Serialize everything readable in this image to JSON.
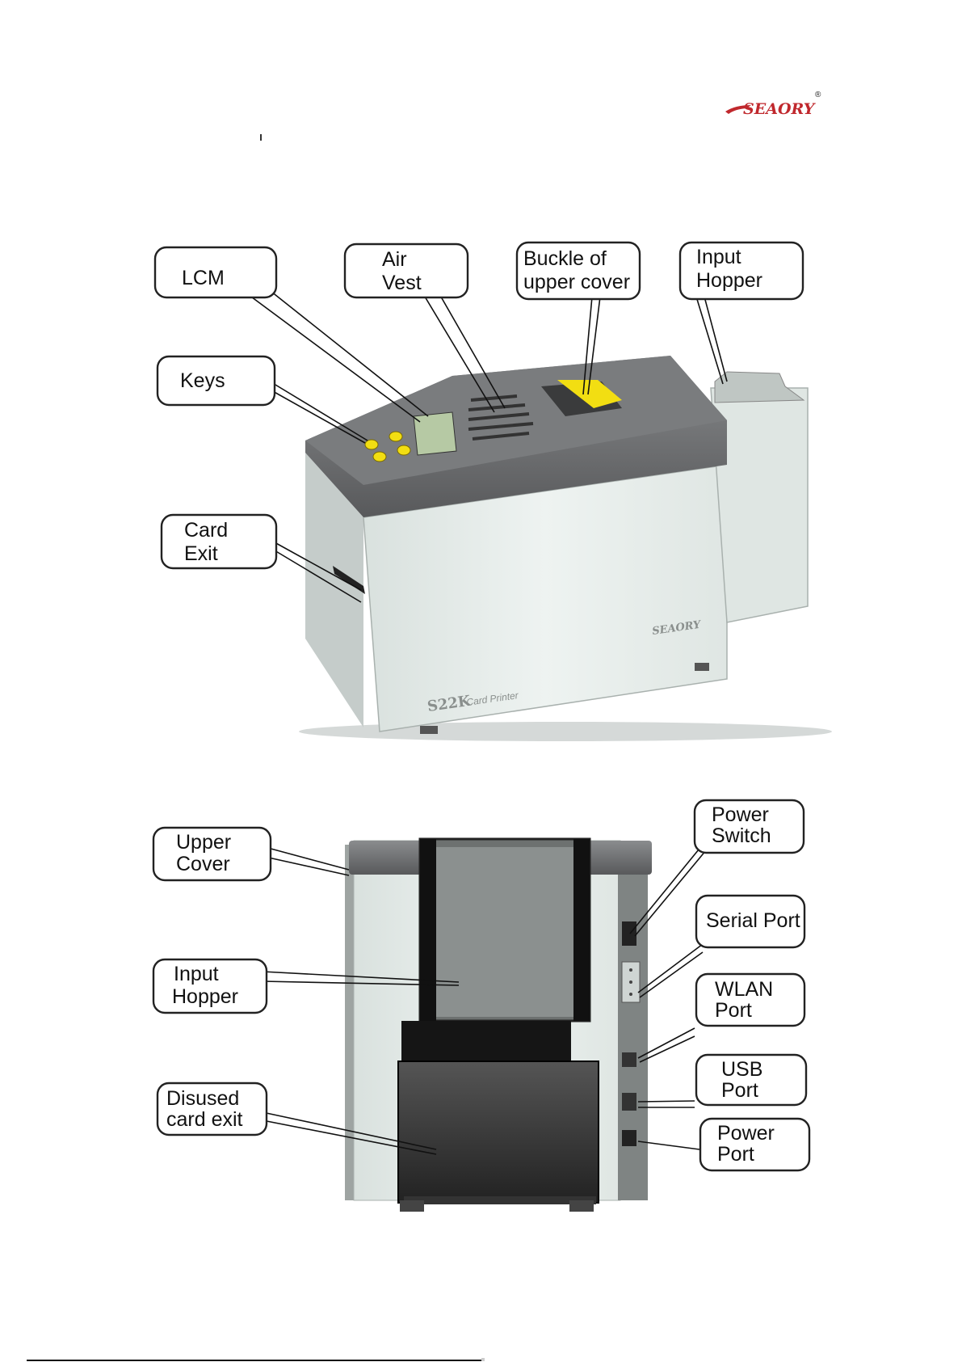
{
  "brand": {
    "logo_text": "SEAORY",
    "registered_mark": "®",
    "color": "#c0282d"
  },
  "front_view": {
    "model_badge": "S22K",
    "model_caption": "Card Printer",
    "body_logo": "SEAORY",
    "callouts": {
      "lcm": "LCM",
      "air_vest_1": "Air",
      "air_vest_2": "Vest",
      "buckle_1": "Buckle of",
      "buckle_2": "upper cover",
      "input_hopper_1": "Input",
      "input_hopper_2": "Hopper",
      "keys": "Keys",
      "card_exit_1": "Card",
      "card_exit_2": "Exit"
    }
  },
  "rear_view": {
    "callouts": {
      "upper_cover_1": "Upper",
      "upper_cover_2": "Cover",
      "input_hopper_1": "Input",
      "input_hopper_2": "Hopper",
      "disused_1": "Disused",
      "disused_2": "card exit",
      "power_switch_1": "Power",
      "power_switch_2": "Switch",
      "serial_port": "Serial Port",
      "wlan_1": "WLAN",
      "wlan_2": "Port",
      "usb_1": "USB",
      "usb_2": "Port",
      "power_port_1": "Power",
      "power_port_2": "Port"
    }
  },
  "colors": {
    "cover_grey": "#6f7173",
    "body_light": "#e6ecea",
    "key_yellow": "#f2de12",
    "lcd_green": "#b6c9a4"
  }
}
